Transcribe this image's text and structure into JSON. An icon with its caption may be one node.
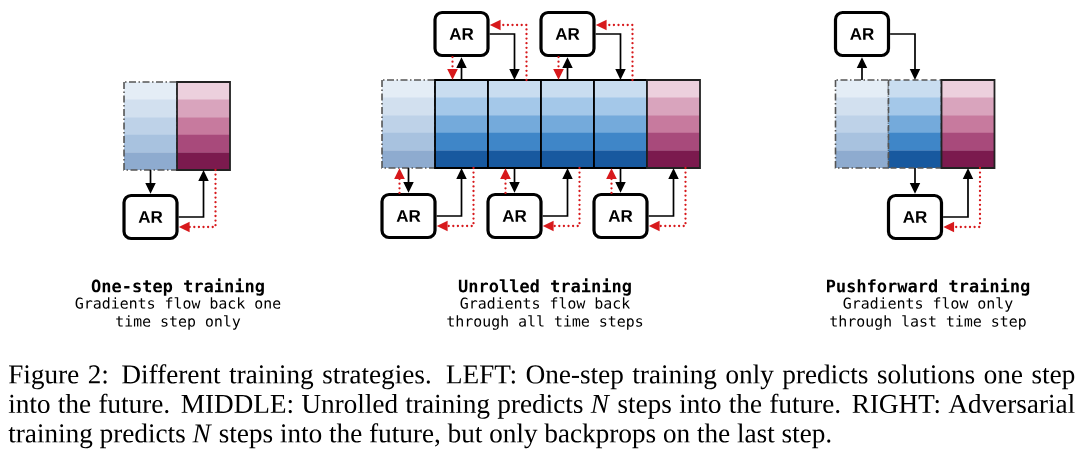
{
  "diagram": {
    "caption": "Figure 2: Different training strategies. LEFT: One-step training only predicts solutions one step into the future. MIDDLE: Unrolled training predicts *N* steps into the future. RIGHT: Adversarial training predicts *N* steps into the future, but only backprops on the last step.",
    "nodes": [
      {
        "text": [],
        "shape": "box"
      },
      {
        "text": [],
        "shape": "box"
      },
      {
        "text": [
          "AR"
        ]
      },
      {
        "text": [
          "AR"
        ]
      },
      {
        "text": [
          "AR"
        ]
      },
      {
        "text": [],
        "shape": "box"
      },
      {
        "text": [],
        "shape": "box"
      },
      {
        "text": [],
        "shape": "box"
      },
      {
        "text": [],
        "shape": "box"
      },
      {
        "text": [],
        "shape": "box"
      },
      {
        "text": [],
        "shape": "box"
      },
      {
        "text": [
          "AR"
        ]
      },
      {
        "text": [
          "AR"
        ]
      },
      {
        "text": [
          "AR"
        ]
      },
      {
        "text": [
          "AR"
        ]
      },
      {
        "text": [],
        "shape": "box"
      },
      {
        "text": [],
        "shape": "box"
      },
      {
        "text": [],
        "shape": "box"
      },
      {
        "text": [
          "AR"
        ]
      }
    ],
    "edges": [
      {
        "from": 0,
        "to": 2,
        "arrow": "to"
      },
      {
        "from": 2,
        "to": 1,
        "arrow": "to"
      },
      {
        "from": 1,
        "to": 2,
        "arrow": "to",
        "style": "dashed",
        "color": "#d7191c"
      },
      {
        "from": 5,
        "to": 11,
        "arrow": "to"
      },
      {
        "from": 11,
        "to": 6,
        "arrow": "to"
      },
      {
        "from": 6,
        "to": 11,
        "arrow": "to",
        "style": "dashed",
        "color": "#d7191c"
      },
      {
        "from": 11,
        "to": 5,
        "arrow": "to",
        "style": "dashed",
        "color": "#d7191c"
      },
      {
        "from": 6,
        "to": 3,
        "arrow": "to"
      },
      {
        "from": 3,
        "to": 7,
        "arrow": "to"
      },
      {
        "from": 7,
        "to": 3,
        "arrow": "to",
        "style": "dashed",
        "color": "#d7191c"
      },
      {
        "from": 3,
        "to": 6,
        "arrow": "to",
        "style": "dashed",
        "color": "#d7191c"
      },
      {
        "from": 7,
        "to": 12,
        "arrow": "to"
      },
      {
        "from": 12,
        "to": 8,
        "arrow": "to"
      },
      {
        "from": 8,
        "to": 12,
        "arrow": "to",
        "style": "dashed",
        "color": "#d7191c"
      },
      {
        "from": 12,
        "to": 7,
        "arrow": "to",
        "style": "dashed",
        "color": "#d7191c"
      },
      {
        "from": 8,
        "to": 4,
        "arrow": "to"
      },
      {
        "from": 4,
        "to": 9,
        "arrow": "to"
      },
      {
        "from": 9,
        "to": 4,
        "arrow": "to",
        "style": "dashed",
        "color": "#d7191c"
      },
      {
        "from": 4,
        "to": 8,
        "arrow": "to",
        "style": "dashed",
        "color": "#d7191c"
      },
      {
        "from": 9,
        "to": 13,
        "arrow": "to"
      },
      {
        "from": 13,
        "to": 10,
        "arrow": "to"
      },
      {
        "from": 10,
        "to": 13,
        "arrow": "to",
        "style": "dashed",
        "color": "#d7191c"
      },
      {
        "from": 13,
        "to": 9,
        "arrow": "to",
        "style": "dashed",
        "color": "#d7191c"
      },
      {
        "from": 15,
        "to": 14,
        "arrow": "to"
      },
      {
        "from": 14,
        "to": 16,
        "arrow": "to"
      },
      {
        "from": 16,
        "to": 18,
        "arrow": "to"
      },
      {
        "from": 18,
        "to": 17,
        "arrow": "to"
      },
      {
        "from": 17,
        "to": 18,
        "arrow": "to",
        "style": "dashed",
        "color": "#d7191c"
      }
    ],
    "labels": [
      "One-step training",
      "Gradients flow back one time step only",
      "Unrolled training",
      "Gradients flow back through all time steps",
      "Pushforward training",
      "Gradients flow only through last time step"
    ]
  }
}
